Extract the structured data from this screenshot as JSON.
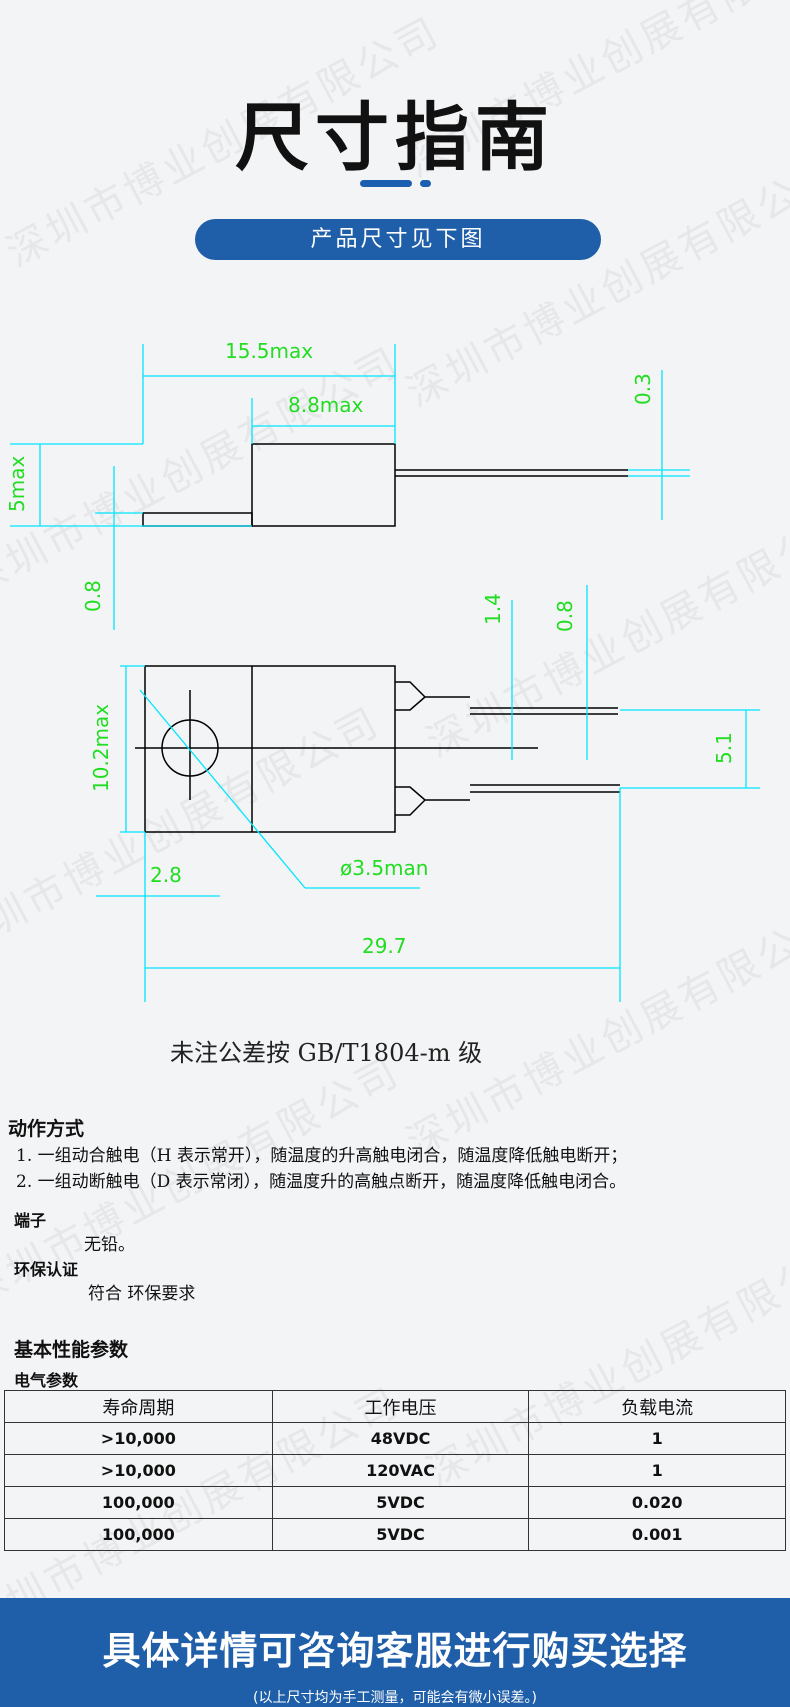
{
  "title": "尺寸指南",
  "subtitle_pill": "产品尺寸见下图",
  "watermark_text": "深圳市博业创展有限公司",
  "drawing": {
    "dims": {
      "width_total": "15.5max",
      "width_body": "8.8max",
      "height_side": "5max",
      "lead_thickness": "0.3",
      "base_thickness": "0.8",
      "lead_width": "1.4",
      "lead_gap": "0.8",
      "body_height": "10.2max",
      "lead_pitch": "5.1",
      "hole_offset": "2.8",
      "hole_diameter": "ø3.5man",
      "overall_length": "29.7"
    },
    "line_color": "#00e5ff",
    "text_color": "#22dd22"
  },
  "tolerance_note": "未注公差按 GB/T1804-m 级",
  "action": {
    "heading": "动作方式",
    "items": [
      "1. 一组动合触电（H 表示常开），随温度的升高触电闭合，随温度降低触电断开；",
      "2. 一组动断触电（D 表示常闭），随温度升的高触点断开，随温度降低触电闭合。"
    ]
  },
  "terminal": {
    "heading": "端子",
    "value": "无铅。"
  },
  "env": {
    "heading": "环保认证",
    "value": "符合  环保要求"
  },
  "performance": {
    "heading": "基本性能参数",
    "subheading": "电气参数"
  },
  "table": {
    "headers": [
      "寿命周期",
      "工作电压",
      "负载电流"
    ],
    "rows": [
      [
        ">10,000",
        "48VDC",
        "1"
      ],
      [
        ">10,000",
        "120VAC",
        "1"
      ],
      [
        "100,000",
        "5VDC",
        "0.020"
      ],
      [
        "100,000",
        "5VDC",
        "0.001"
      ]
    ]
  },
  "footer": {
    "main": "具体详情可咨询客服进行购买选择",
    "sub": "(以上尺寸均为手工测量，可能会有微小误差。)"
  }
}
